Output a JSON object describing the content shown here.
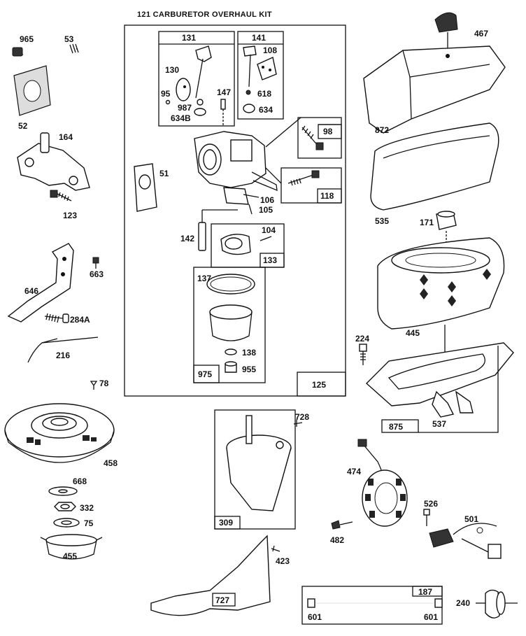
{
  "title": "121 CARBURETOR OVERHAUL KIT",
  "callouts": {
    "p965": "965",
    "p53": "53",
    "p52": "52",
    "p164": "164",
    "p123": "123",
    "p663": "663",
    "p646": "646",
    "p284A": "284A",
    "p216": "216",
    "p78": "78",
    "p458": "458",
    "p668": "668",
    "p332": "332",
    "p75": "75",
    "p455": "455",
    "p131": "131",
    "p130": "130",
    "p95": "95",
    "p987": "987",
    "p634B": "634B",
    "p141": "141",
    "p108": "108",
    "p618": "618",
    "p634": "634",
    "p147": "147",
    "p98": "98",
    "p51": "51",
    "p118": "118",
    "p106": "106",
    "p105": "105",
    "p142": "142",
    "p104": "104",
    "p133": "133",
    "p137": "137",
    "p138": "138",
    "p955": "955",
    "p975": "975",
    "p125": "125",
    "p728": "728",
    "p309": "309",
    "p727": "727",
    "p423": "423",
    "p467": "467",
    "p872": "872",
    "p535": "535",
    "p171": "171",
    "p445": "445",
    "p224": "224",
    "p875": "875",
    "p537": "537",
    "p474": "474",
    "p482": "482",
    "p526": "526",
    "p501": "501",
    "p187": "187",
    "p601a": "601",
    "p601b": "601",
    "p240": "240"
  }
}
